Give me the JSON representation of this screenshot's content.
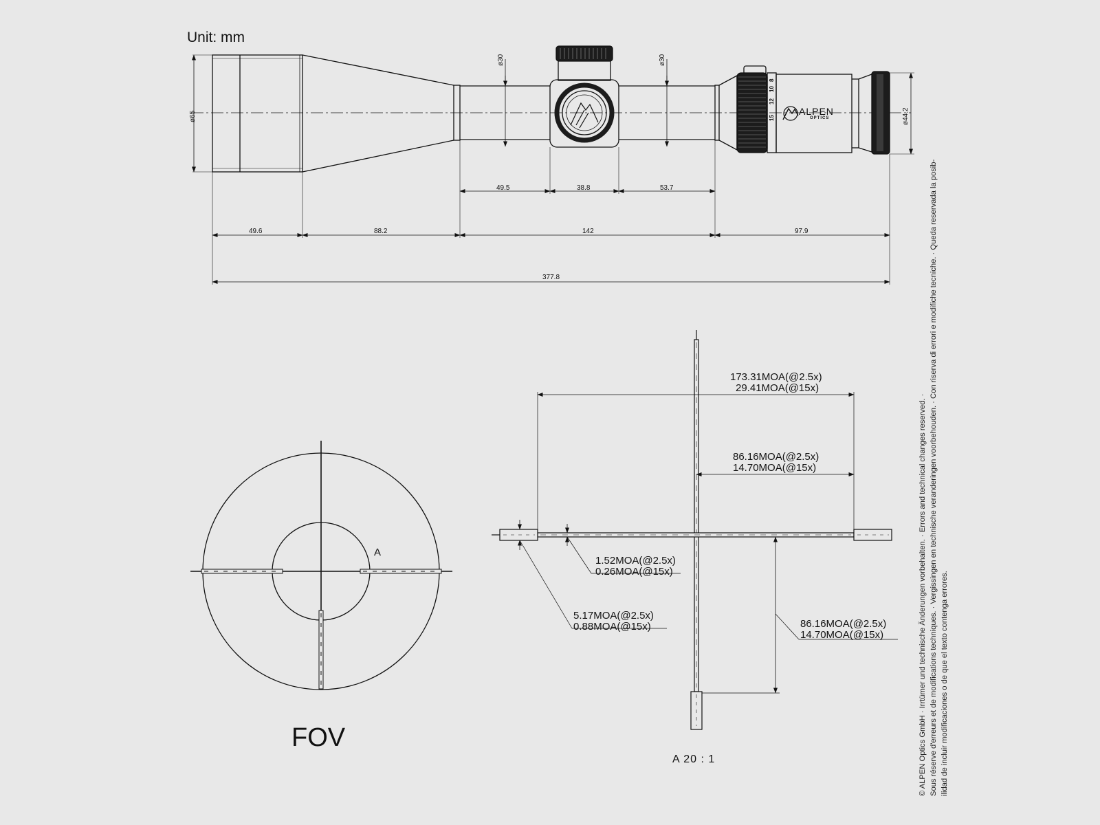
{
  "unit_label": "Unit: mm",
  "scope_dims": {
    "objective_diameter": "ø65",
    "tube_left_diameter": "ø30",
    "tube_right_diameter": "ø30",
    "eyepiece_diameter": "ø44.2",
    "seg_49_5": "49.5",
    "seg_38_8": "38.8",
    "seg_53_7": "53.7",
    "seg_49_6": "49.6",
    "seg_88_2": "88.2",
    "seg_142": "142",
    "seg_97_9": "97.9",
    "total_length": "377.8"
  },
  "zoom_ring_numbers": [
    "15",
    "12",
    "10",
    "8"
  ],
  "brand": {
    "name": "ALPEN",
    "sub": "OPTICS"
  },
  "fov": {
    "title": "FOV",
    "detail_marker": "A"
  },
  "reticle_detail": {
    "scale_label": "A 20 : 1",
    "dim_total_span": [
      "173.31MOA(@2.5x)",
      "29.41MOA(@15x)"
    ],
    "dim_half_span": [
      "86.16MOA(@2.5x)",
      "14.70MOA(@15x)"
    ],
    "dim_thin_line": [
      "1.52MOA(@2.5x)",
      "0.26MOA(@15x)"
    ],
    "dim_thick_post": [
      "5.17MOA(@2.5x)",
      "0.88MOA(@15x)"
    ],
    "dim_vertical_half": [
      "86.16MOA(@2.5x)",
      "14.70MOA(@15x)"
    ]
  },
  "disclaimer_lines": [
    "© ALPEN Optics GmbH · Irrtümer und technische Änderungen vorbehalten. · Errors and technical changes reserved. ·",
    "Sous réserve d'erreurs et de modifications techniques. · Vergissingen en technische veranderingen voorbehouden. · Con riserva di errori e modifiche tecniche. · Queda reservada la posib-",
    "ilidad de incluir modificaciones o de que el texto contenga errores."
  ]
}
